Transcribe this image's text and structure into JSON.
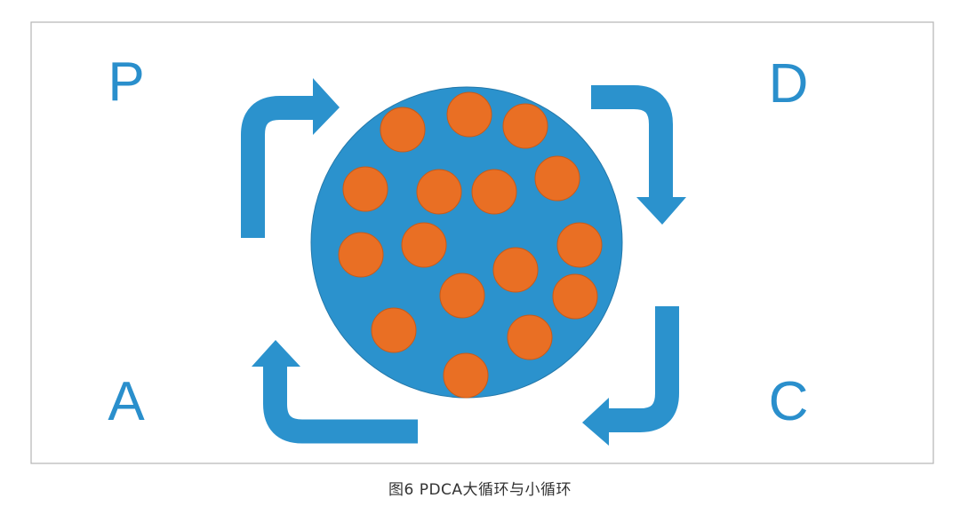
{
  "labels": {
    "p": "P",
    "d": "D",
    "c": "C",
    "a": "A"
  },
  "caption": "图6   PDCA大循环与小循环",
  "colors": {
    "blue": "#2b92cd",
    "orange": "#e96f24",
    "border": "#b5b5b5"
  },
  "small_cycles_count": 16
}
